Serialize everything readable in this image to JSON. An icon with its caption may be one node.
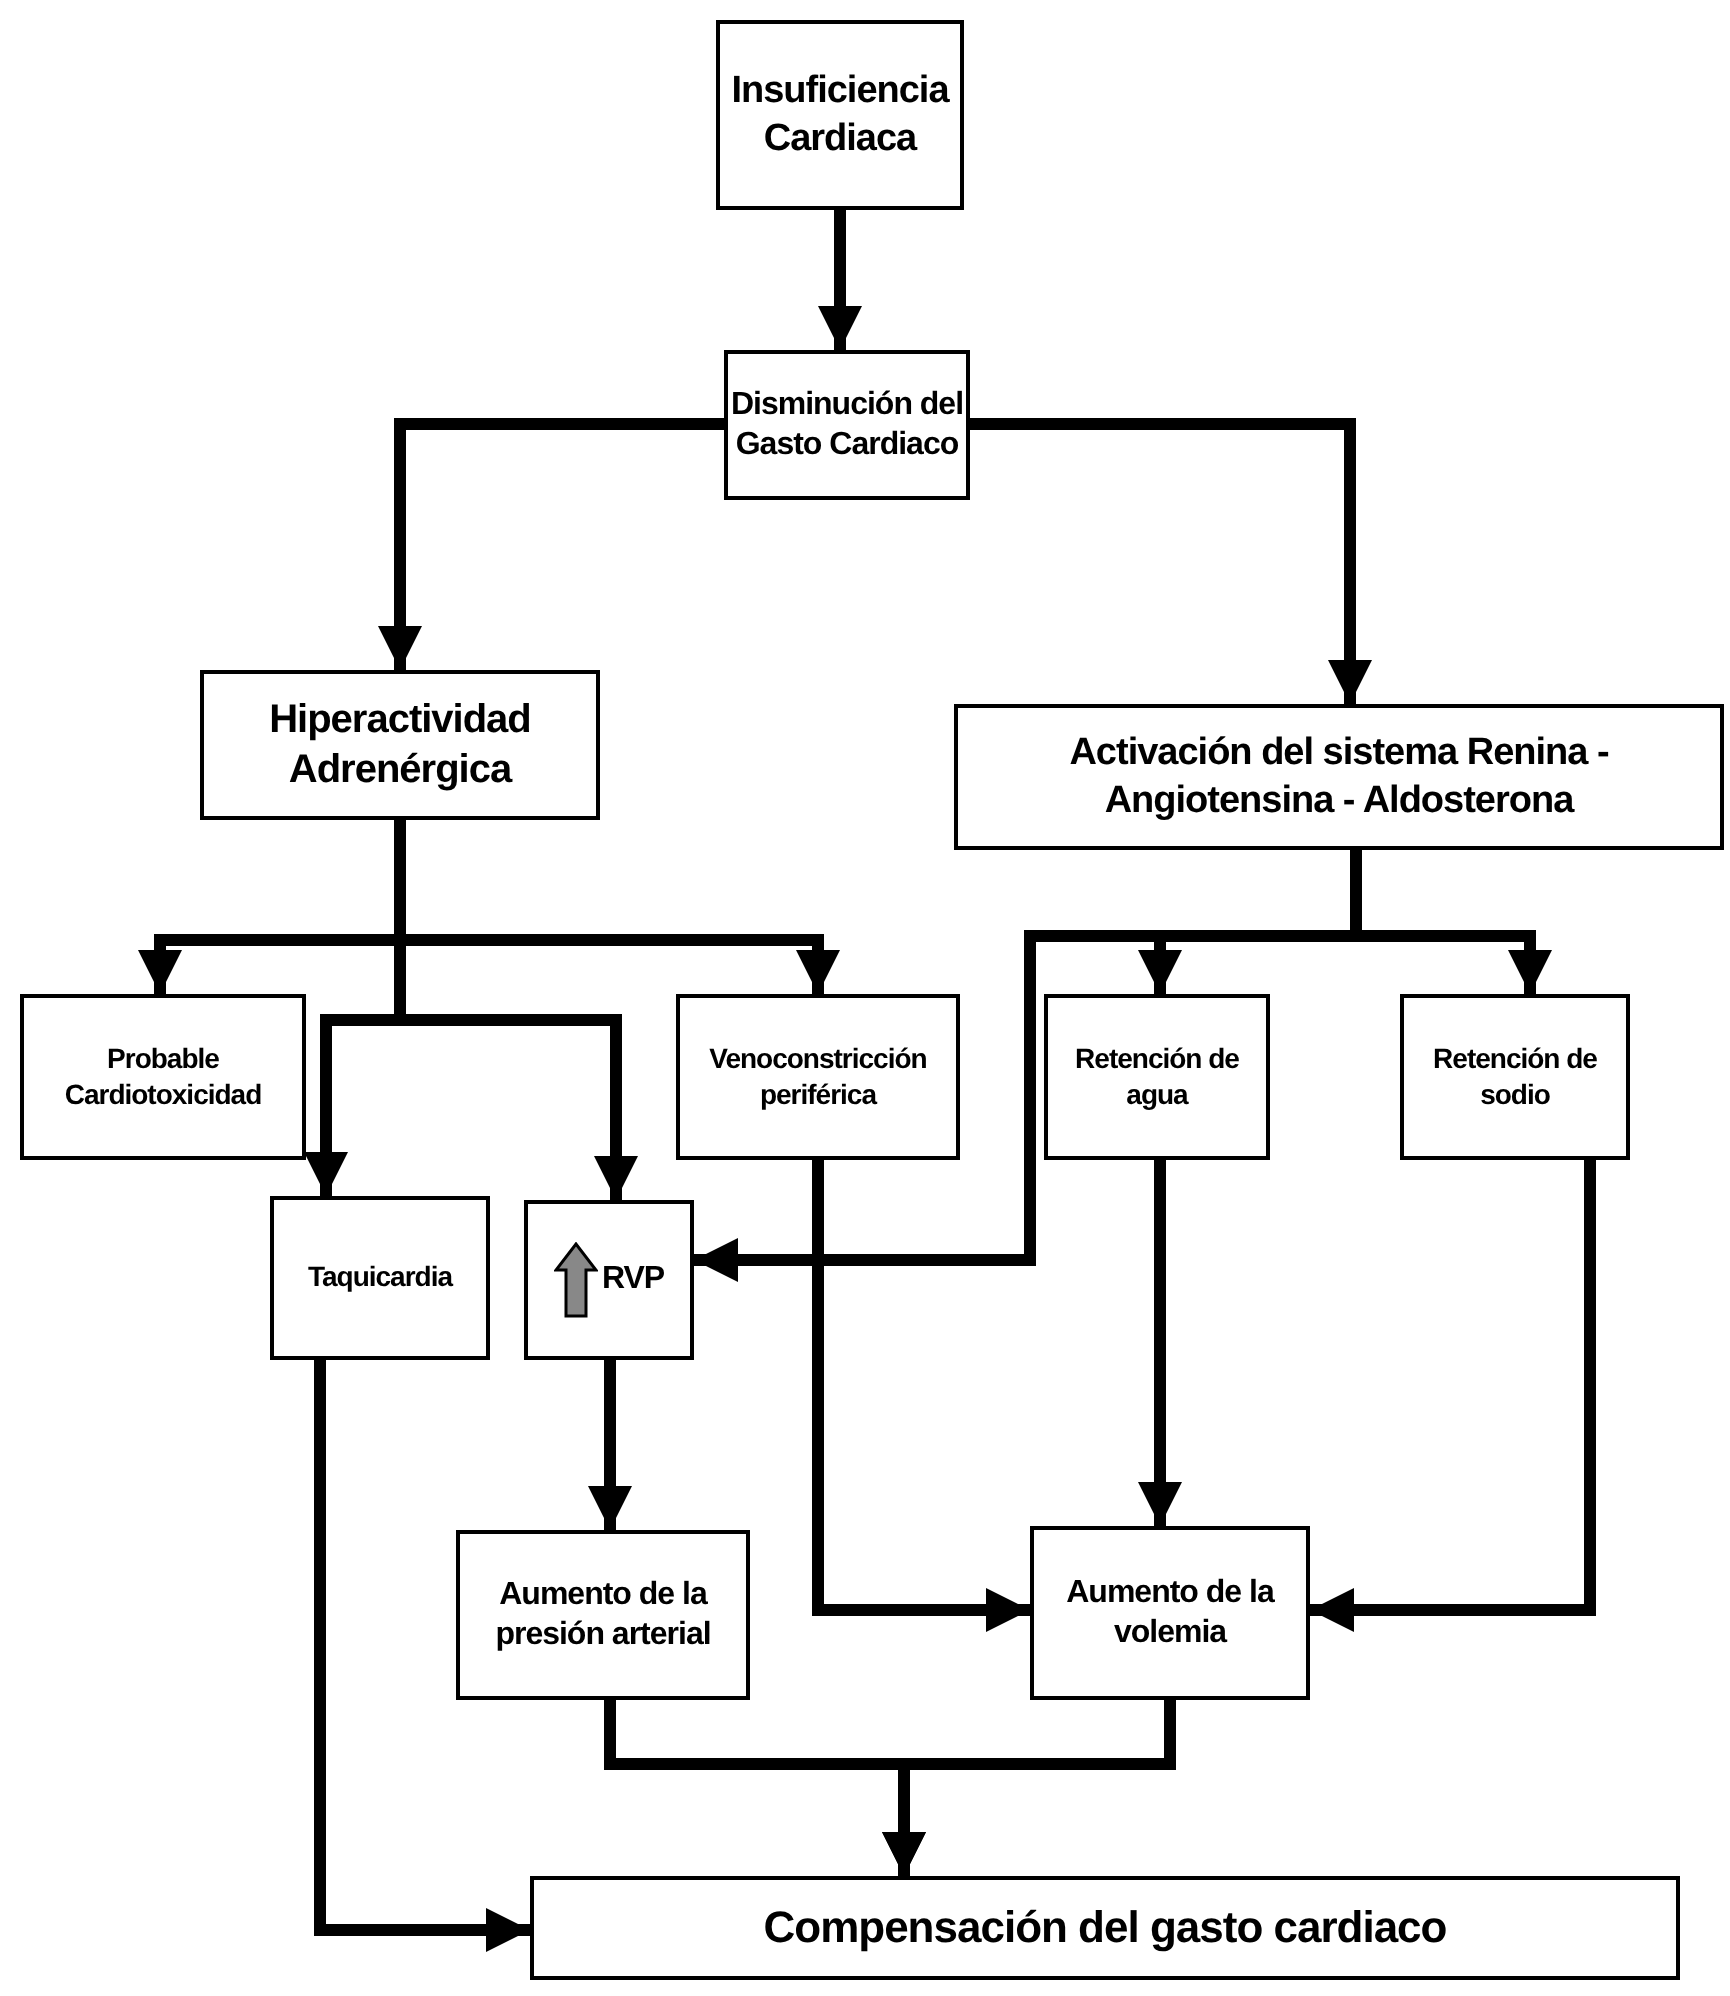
{
  "diagram": {
    "nodes": [
      {
        "text": [
          "Insuficiencia Cardiaca"
        ]
      },
      {
        "text": [
          "Disminución del Gasto Cardiaco"
        ]
      },
      {
        "text": [
          "Hiperactividad Adrenérgica"
        ]
      },
      {
        "text": [
          "Activación del sistema Renina - Angiotensina - Aldosterona"
        ]
      },
      {
        "text": [
          "Probable Cardiotoxicidad"
        ]
      },
      {
        "text": [
          "Venoconstricción periférica"
        ]
      },
      {
        "text": [
          "Taquicardia"
        ]
      },
      {
        "text": [
          "RVP"
        ]
      },
      {
        "text": [
          "Retención de agua"
        ]
      },
      {
        "text": [
          "Retención de sodio"
        ]
      },
      {
        "text": [
          "Aumento de la presión arterial"
        ]
      },
      {
        "text": [
          "Aumento de la volemia"
        ]
      },
      {
        "text": [
          "Compensación del gasto cardiaco"
        ]
      }
    ],
    "edges": [
      {
        "from": 0,
        "to": 1,
        "arrow": "to"
      },
      {
        "from": 1,
        "to": 2,
        "arrow": "to"
      },
      {
        "from": 1,
        "to": 3,
        "arrow": "to"
      },
      {
        "from": 2,
        "to": 4,
        "arrow": "to"
      },
      {
        "from": 2,
        "to": 5,
        "arrow": "to"
      },
      {
        "from": 2,
        "to": 6,
        "arrow": "to"
      },
      {
        "from": 2,
        "to": 7,
        "arrow": "to"
      },
      {
        "from": 3,
        "to": 7,
        "arrow": "to"
      },
      {
        "from": 3,
        "to": 8,
        "arrow": "to"
      },
      {
        "from": 3,
        "to": 9,
        "arrow": "to"
      },
      {
        "from": 5,
        "to": 11,
        "arrow": "to"
      },
      {
        "from": 8,
        "to": 11,
        "arrow": "to"
      },
      {
        "from": 9,
        "to": 11,
        "arrow": "to"
      },
      {
        "from": 7,
        "to": 10,
        "arrow": "to"
      },
      {
        "from": 10,
        "to": 12,
        "arrow": "to"
      },
      {
        "from": 11,
        "to": 12,
        "arrow": "to"
      },
      {
        "from": 6,
        "to": 12,
        "arrow": "to"
      }
    ]
  }
}
